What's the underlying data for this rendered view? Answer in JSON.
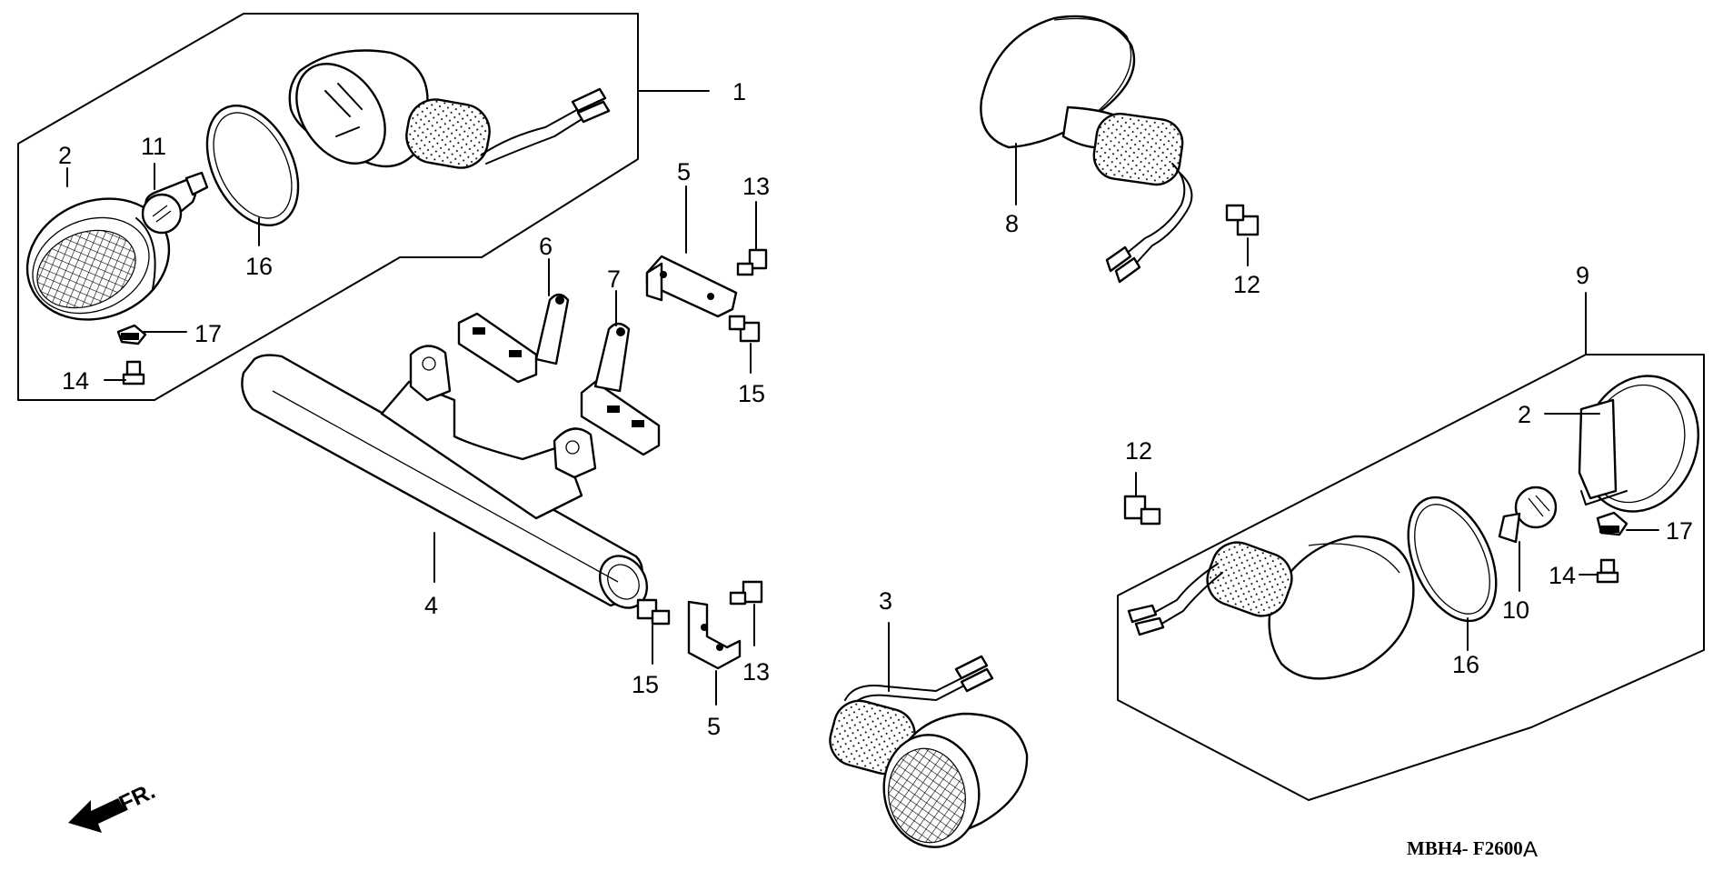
{
  "diagram": {
    "code": "MBH4- F2600",
    "revision": "A",
    "direction_label": "FR.",
    "callouts": {
      "c1": "1",
      "c2a": "2",
      "c11": "11",
      "c16a": "16",
      "c17a": "17",
      "c14a": "14",
      "c5a": "5",
      "c13a": "13",
      "c6": "6",
      "c7": "7",
      "c15a": "15",
      "c4": "4",
      "c15b": "15",
      "c13b": "13",
      "c5b": "5",
      "c8": "8",
      "c12a": "12",
      "c3": "3",
      "c9": "9",
      "c2b": "2",
      "c12b": "12",
      "c17b": "17",
      "c14b": "14",
      "c10": "10",
      "c16b": "16"
    }
  }
}
